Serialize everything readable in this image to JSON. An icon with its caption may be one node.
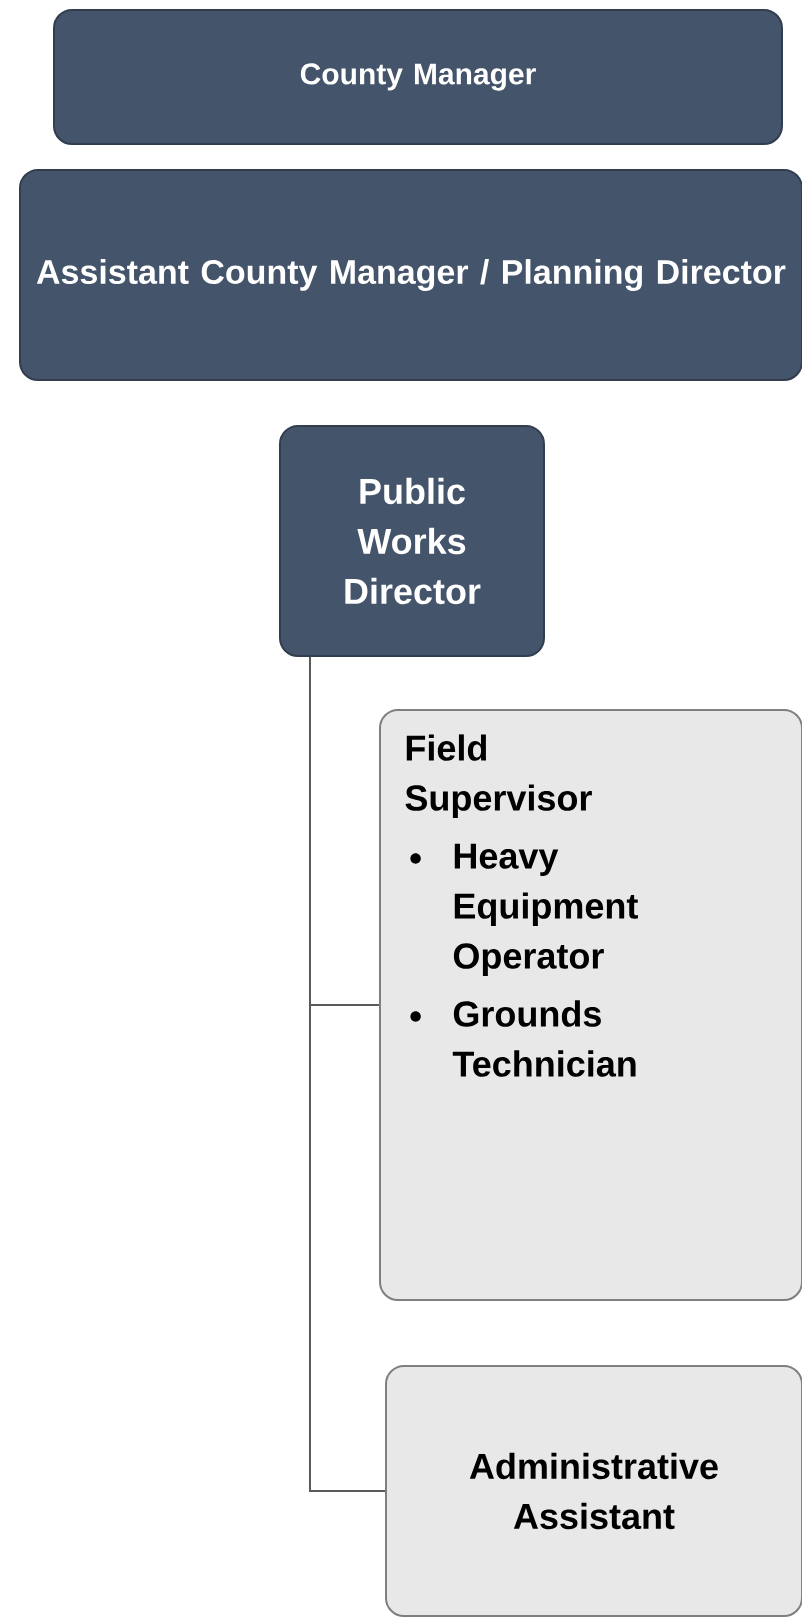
{
  "diagram": {
    "nodes": [
      {
        "text": [
          "County Manager"
        ]
      },
      {
        "text": [
          "Assistant County Manager / Planning Director"
        ]
      },
      {
        "text": [
          "Public Works Director"
        ]
      },
      {
        "text": [
          "Field Supervisor",
          "Heavy Equipment Operator",
          "Grounds Technician"
        ]
      },
      {
        "text": [
          "Administrative Assistant"
        ]
      }
    ],
    "edges": [
      {
        "from": 2,
        "to": 3,
        "arrow": "none"
      },
      {
        "from": 2,
        "to": 4,
        "arrow": "none"
      }
    ]
  }
}
